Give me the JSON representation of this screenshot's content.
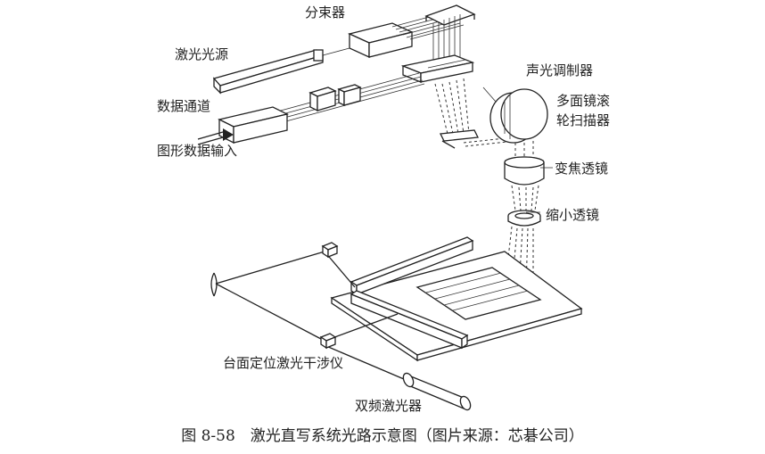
{
  "labels": {
    "beam_splitter": "分束器",
    "laser_source": "激光光源",
    "acousto_optic_modulator": "声光调制器",
    "data_channel": "数据通道",
    "polygon_scanner_line1": "多面镜滚",
    "polygon_scanner_line2": "轮扫描器",
    "graphic_data_input": "图形数据输入",
    "zoom_lens": "变焦透镜",
    "reduction_lens": "缩小透镜",
    "stage_interferometer": "台面定位激光干涉仪",
    "dual_frequency_laser": "双频激光器"
  },
  "caption": "图 8-58　激光直写系统光路示意图（图片来源：芯碁公司）"
}
